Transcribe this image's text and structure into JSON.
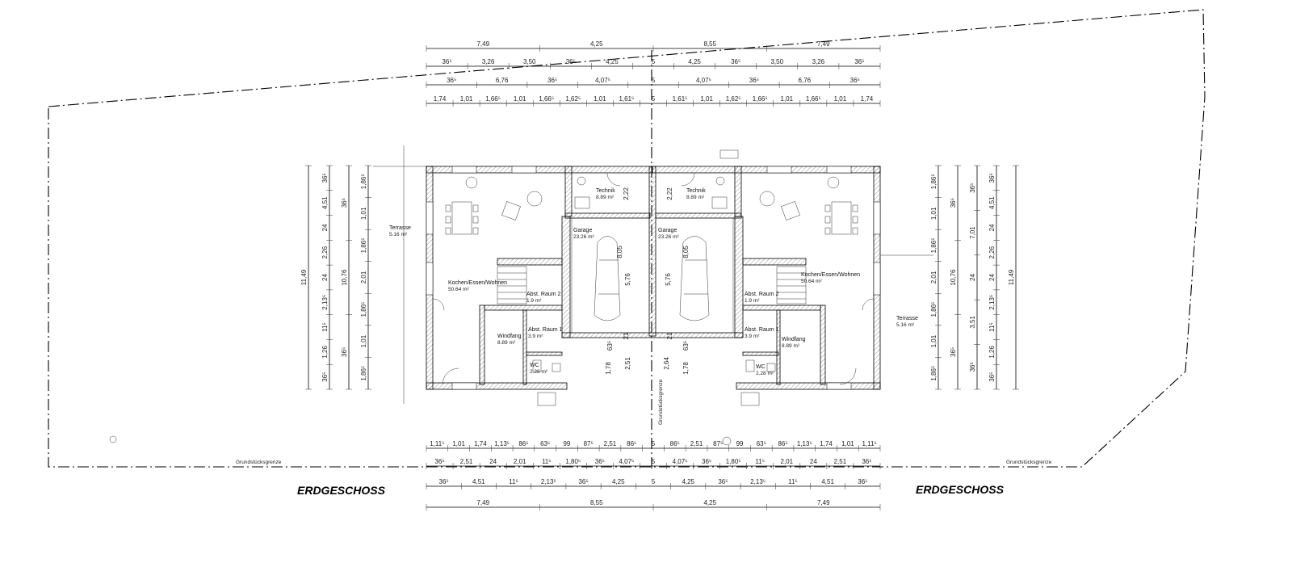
{
  "titles": {
    "left": "ERDGESCHOSS",
    "right": "ERDGESCHOSS"
  },
  "boundary_labels": {
    "vertical": "Grundstücksgrenze",
    "bottom_left": "Grundstücksgrenze",
    "bottom_right": "Grundstücksgrenze"
  },
  "rooms": {
    "left": {
      "terrasse": {
        "name": "Terrasse",
        "area": "5.16 m²"
      },
      "kochen": {
        "name": "Kochen/Essen/Wohnen",
        "area": "50.64 m²"
      },
      "technik": {
        "name": "Technik",
        "area": "8.89 m²"
      },
      "garage": {
        "name": "Garage",
        "area": "23.26 m²"
      },
      "abst2": {
        "name": "Abst. Raum 2",
        "area": "1.9 m²"
      },
      "abst1": {
        "name": "Abst. Raum 1",
        "area": "3.9 m²"
      },
      "windfang": {
        "name": "Windfang",
        "area": "8.89 m²"
      },
      "wc": {
        "name": "WC",
        "area": "2.28 m²"
      }
    },
    "right": {
      "terrasse": {
        "name": "Terrasse",
        "area": "5.16 m²"
      },
      "kochen": {
        "name": "Kochen/Essen/Wohnen",
        "area": "50.64 m²"
      },
      "technik": {
        "name": "Technik",
        "area": "8.89 m²"
      },
      "garage": {
        "name": "Garage",
        "area": "23.26 m²"
      },
      "abst2": {
        "name": "Abst. Raum 2",
        "area": "1.9 m²"
      },
      "abst1": {
        "name": "Abst. Raum 1",
        "area": "3.9 m²"
      },
      "windfang": {
        "name": "Windfang",
        "area": "8.89 m²"
      },
      "wc": {
        "name": "WC",
        "area": "2.28 m²"
      }
    }
  },
  "dims_top": {
    "row1": [
      "7,49",
      "4,25",
      "8,55",
      "7,49"
    ],
    "row2": [
      "36⁵",
      "3,26",
      "3,50",
      "36⁵",
      "4,25",
      "5",
      "4,25",
      "36⁵",
      "3,50",
      "3,26",
      "36⁵"
    ],
    "row3": [
      "36⁵",
      "6,76",
      "36⁵",
      "4,07⁵",
      "5",
      "4,07⁵",
      "36⁵",
      "6,76",
      "36⁵"
    ],
    "row4": [
      "1,74",
      "1,01",
      "1,66⁵",
      "1,01",
      "1,66⁵",
      "1,62⁵",
      "1,01",
      "1,61⁵",
      "5",
      "1,61⁵",
      "1,01",
      "1,62⁵",
      "1,66⁵",
      "1,01",
      "1,66⁵",
      "1,01",
      "1,74"
    ]
  },
  "dims_bottom": {
    "row1": [
      "1,11⁵",
      "1,01",
      "1,74",
      "1,13⁵",
      "86⁵",
      "63⁵",
      "99",
      "87⁵",
      "2,51",
      "86⁵",
      "5",
      "86⁵",
      "2,51",
      "87⁵",
      "99",
      "63⁵",
      "86⁵",
      "1,13⁵",
      "1,74",
      "1,01",
      "1,11⁵"
    ],
    "row2": [
      "36⁵",
      "2,51",
      "24",
      "2,01",
      "11⁵",
      "1,80⁵",
      "36⁵",
      "4,07⁵",
      "5",
      "4,07⁵",
      "36⁵",
      "1,80⁵",
      "11⁵",
      "2,01",
      "24",
      "2,51",
      "36⁵"
    ],
    "row3": [
      "36⁵",
      "4,51",
      "11⁵",
      "2,13⁵",
      "36⁵",
      "4,25",
      "5",
      "4,25",
      "36⁵",
      "2,13⁵",
      "11⁵",
      "4,51",
      "36⁵"
    ],
    "row4": [
      "7,49",
      "8,55",
      "4,25",
      "7,49"
    ]
  },
  "dims_left": {
    "col1": [
      "11,49"
    ],
    "col2": [
      "36⁵",
      "4,51",
      "24",
      "2,26",
      "24",
      "2,13⁵",
      "11⁵",
      "1,26",
      "36⁵"
    ],
    "col3": [
      "36⁵",
      "10,76",
      "36⁵"
    ],
    "col4": [
      "1,86⁵",
      "1,01",
      "1,86⁵",
      "2,01",
      "1,86⁵",
      "1,01",
      "1,86⁵"
    ]
  },
  "dims_right": {
    "col1": [
      "1,86⁵",
      "1,01",
      "1,86⁵",
      "2,01",
      "1,86⁵",
      "1,01",
      "1,86⁵"
    ],
    "col2": [
      "36⁵",
      "10,76",
      "36⁵"
    ],
    "col3": [
      "36⁵",
      "7,01",
      "24",
      "3,51",
      "36⁵"
    ],
    "col4": [
      "36⁵",
      "4,51",
      "24",
      "2,26",
      "24",
      "2,13⁵",
      "11⁵",
      "1,26",
      "36⁵"
    ],
    "col5": [
      "11,49"
    ]
  },
  "garage_dims": {
    "left": [
      "2,22",
      "8,05",
      "5,76",
      "21",
      "63⁵",
      "1,78",
      "2,51"
    ],
    "right": [
      "2,22",
      "8,05",
      "5,76",
      "21",
      "63⁵",
      "1,78",
      "2,64"
    ]
  }
}
